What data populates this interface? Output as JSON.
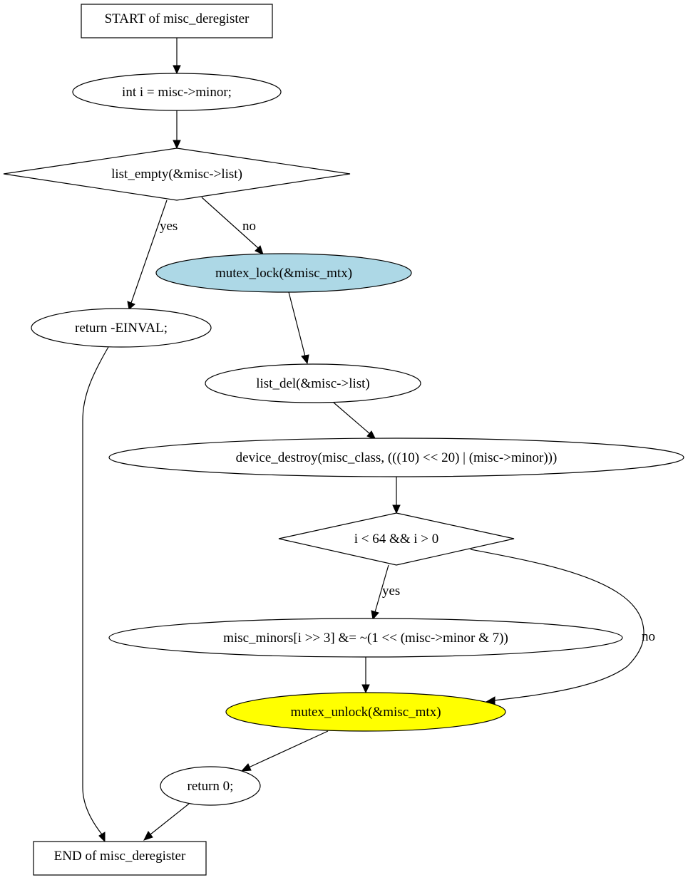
{
  "nodes": {
    "start": {
      "label": "START of misc_deregister"
    },
    "assign_i": {
      "label": "int i = misc->minor;"
    },
    "cond_list_empty": {
      "label": "list_empty(&misc->list)"
    },
    "return_einval": {
      "label": "return -EINVAL;"
    },
    "mutex_lock": {
      "label": "mutex_lock(&misc_mtx)",
      "fill": "#add8e6"
    },
    "list_del": {
      "label": "list_del(&misc->list)"
    },
    "device_destroy": {
      "label": "device_destroy(misc_class, (((10) << 20) | (misc->minor)))"
    },
    "cond_range": {
      "label": "i < 64 && i > 0"
    },
    "minors_clear": {
      "label": "misc_minors[i >> 3] &= ~(1 << (misc->minor & 7))"
    },
    "mutex_unlock": {
      "label": "mutex_unlock(&misc_mtx)",
      "fill": "#ffff00"
    },
    "return_zero": {
      "label": "return 0;"
    },
    "end": {
      "label": "END of misc_deregister"
    }
  },
  "edges": {
    "list_empty_yes": "yes",
    "list_empty_no": "no",
    "range_yes": "yes",
    "range_no": "no"
  }
}
